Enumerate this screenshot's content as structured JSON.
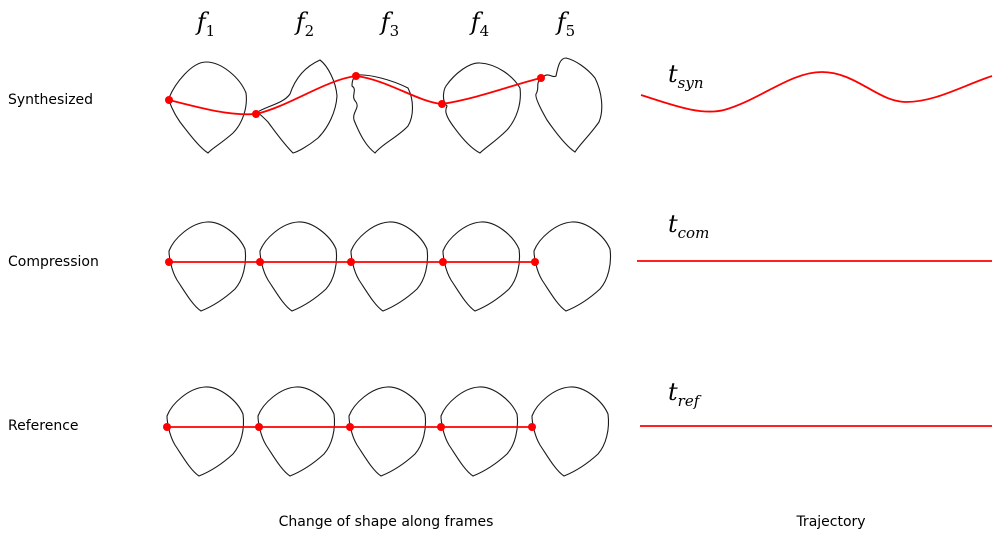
{
  "frames": [
    {
      "sym": "f",
      "sub": "1"
    },
    {
      "sym": "f",
      "sub": "2"
    },
    {
      "sym": "f",
      "sub": "3"
    },
    {
      "sym": "f",
      "sub": "4"
    },
    {
      "sym": "f",
      "sub": "5"
    }
  ],
  "rows": {
    "synthesized": {
      "label": "Synthesized",
      "traj_sym": "t",
      "traj_sub": "syn"
    },
    "compression": {
      "label": "Compression",
      "traj_sym": "t",
      "traj_sub": "com"
    },
    "reference": {
      "label": "Reference",
      "traj_sym": "t",
      "traj_sub": "ref"
    }
  },
  "captions": {
    "left": "Change of shape along frames",
    "right": "Trajectory"
  },
  "colors": {
    "shape_outline": "#1a1a1a",
    "trajectory": "#ff0000"
  }
}
